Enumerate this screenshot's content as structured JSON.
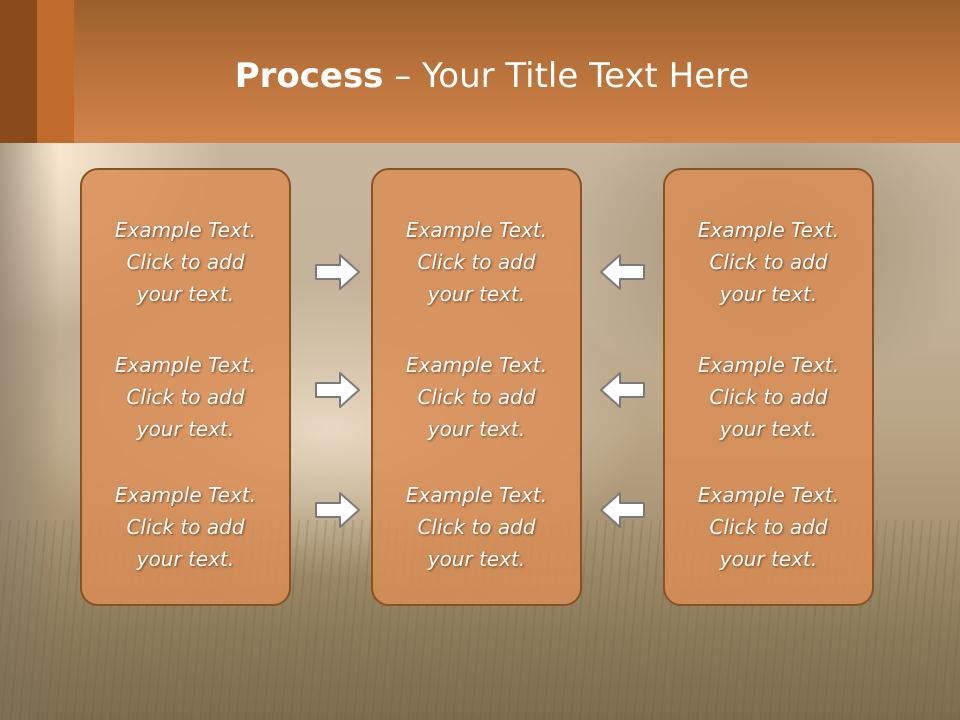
{
  "slide": {
    "title_bold": "Process",
    "title_rest": " – Your Title Text Here"
  },
  "columns": [
    {
      "items": [
        {
          "line1": "Example Text.",
          "line2": "Click  to add",
          "line3": "your text."
        },
        {
          "line1": "Example Text.",
          "line2": "Click  to add",
          "line3": "your text."
        },
        {
          "line1": "Example Text.",
          "line2": "Click  to add",
          "line3": "your text."
        }
      ]
    },
    {
      "items": [
        {
          "line1": "Example Text.",
          "line2": "Click  to add",
          "line3": "your text."
        },
        {
          "line1": "Example Text.",
          "line2": "Click  to add",
          "line3": "your text."
        },
        {
          "line1": "Example Text.",
          "line2": "Click  to add",
          "line3": "your text."
        }
      ]
    },
    {
      "items": [
        {
          "line1": "Example Text.",
          "line2": "Click  to add",
          "line3": "your text."
        },
        {
          "line1": "Example Text.",
          "line2": "Click  to add",
          "line3": "your text."
        },
        {
          "line1": "Example Text.",
          "line2": "Click  to add",
          "line3": "your text."
        }
      ]
    }
  ],
  "arrows": {
    "left_group": "right-arrow-icon",
    "right_group": "left-arrow-icon"
  },
  "colors": {
    "header": "#c87b42",
    "box_fill": "#da8e56",
    "box_border": "#8a5224",
    "text": "#ffffff"
  }
}
